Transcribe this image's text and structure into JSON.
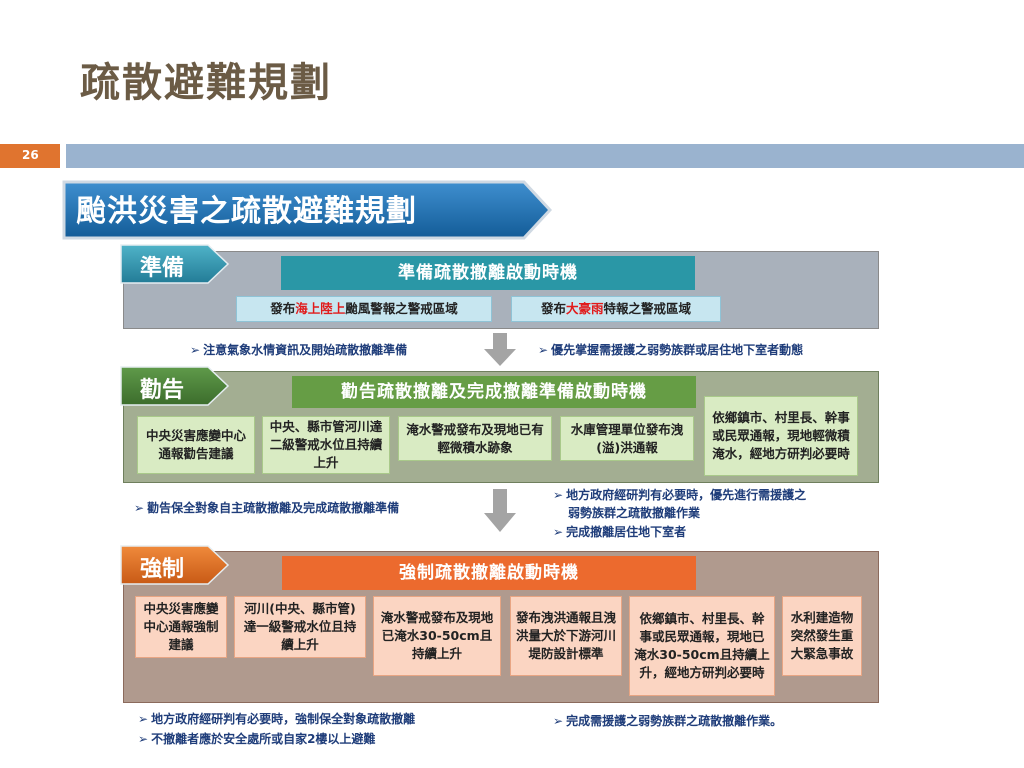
{
  "slide": {
    "title": "疏散避難規劃",
    "page_number": "26"
  },
  "banner": {
    "text": "颱洪災害之疏散避難規劃"
  },
  "stage1": {
    "tag": "準備",
    "header": "準備疏散撤離啟動時機",
    "box1": {
      "pre": "發布",
      "hl": "海上陸上",
      "post": "颱風警報之警戒區域"
    },
    "box2": {
      "pre": "發布",
      "hl": "大豪雨",
      "post": "特報之警戒區域"
    }
  },
  "notes1": {
    "left": "注意氣象水情資訊及開始疏散撤離準備",
    "right": "優先掌握需援護之弱勢族群或居住地下室者動態"
  },
  "stage2": {
    "tag": "勸告",
    "header": "勸告疏散撤離及完成撤離準備啟動時機",
    "boxes": [
      "中央災害應變中心通報勸告建議",
      "中央、縣市管河川達二級警戒水位且持續上升",
      "淹水警戒發布及現地已有輕微積水跡象",
      "水庫管理單位發布洩(溢)洪通報",
      "依鄉鎮市、村里長、幹事或民眾通報，現地輕微積淹水，經地方研判必要時"
    ]
  },
  "notes2": {
    "left": "勸告保全對象自主疏散撤離及完成疏散撤離準備",
    "right1": "地方政府經研判有必要時，優先進行需援護之",
    "right1b": "弱勢族群之疏散撤離作業",
    "right2": "完成撤離居住地下室者"
  },
  "stage3": {
    "tag": "強制",
    "header": "強制疏散撤離啟動時機",
    "boxes": [
      "中央災害應變中心通報強制建議",
      "河川(中央、縣市管)達一級警戒水位且持續上升",
      "淹水警戒發布及現地已淹水30-50cm且持續上升",
      "發布洩洪通報且洩洪量大於下游河川堤防設計標準",
      "依鄉鎮市、村里長、幹事或民眾通報，現地已淹水30-50cm且持續上升，經地方研判必要時",
      "水利建造物突然發生重大緊急事故"
    ]
  },
  "notes3": {
    "left1": "地方政府經研判有必要時，強制保全對象疏散撤離",
    "left2": "不撤離者應於安全處所或自家2樓以上避難",
    "right": "完成需援護之弱勢族群之疏散撤離作業。"
  },
  "colors": {
    "title": "#6b5b45",
    "page_badge": "#e0742f",
    "top_bar": "#9ab3cf",
    "banner": "#1a6fae",
    "highlight": "#e11b1b",
    "note_text": "#1f3d7a"
  }
}
